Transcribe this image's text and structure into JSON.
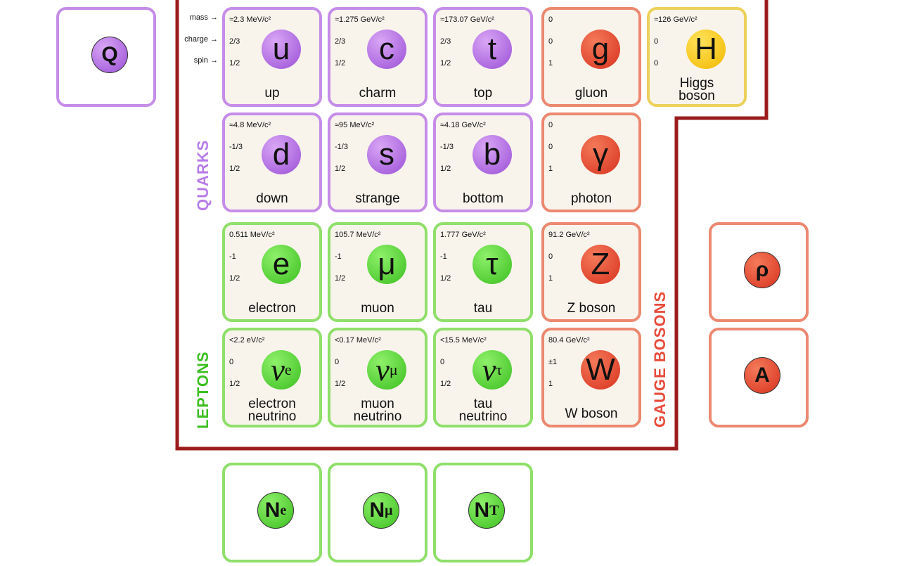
{
  "row_labels": {
    "mass": "mass →",
    "charge": "charge →",
    "spin": "spin →"
  },
  "groups": {
    "quarks": "QUARKS",
    "leptons": "LEPTONS",
    "gauge_bosons": "GAUGE BOSONS"
  },
  "colors": {
    "quark": "#c58de8",
    "lepton": "#8fdf6a",
    "boson": "#ec8870",
    "higgs": "#ecd15a",
    "frame": "#9b1c1c"
  },
  "particles": [
    {
      "sym": "u",
      "name": "up",
      "mass": "≈2.3 MeV/c²",
      "charge": "2/3",
      "spin": "1/2",
      "type": "q"
    },
    {
      "sym": "c",
      "name": "charm",
      "mass": "≈1.275 GeV/c²",
      "charge": "2/3",
      "spin": "1/2",
      "type": "q"
    },
    {
      "sym": "t",
      "name": "top",
      "mass": "≈173.07 GeV/c²",
      "charge": "2/3",
      "spin": "1/2",
      "type": "q"
    },
    {
      "sym": "g",
      "name": "gluon",
      "mass": "0",
      "charge": "0",
      "spin": "1",
      "type": "g"
    },
    {
      "sym": "H",
      "name": "Higgs boson",
      "mass": "≈126 GeV/c²",
      "charge": "0",
      "spin": "0",
      "type": "h"
    },
    {
      "sym": "d",
      "name": "down",
      "mass": "≈4.8 MeV/c²",
      "charge": "-1/3",
      "spin": "1/2",
      "type": "q"
    },
    {
      "sym": "s",
      "name": "strange",
      "mass": "≈95 MeV/c²",
      "charge": "-1/3",
      "spin": "1/2",
      "type": "q"
    },
    {
      "sym": "b",
      "name": "bottom",
      "mass": "≈4.18 GeV/c²",
      "charge": "-1/3",
      "spin": "1/2",
      "type": "q"
    },
    {
      "sym": "γ",
      "name": "photon",
      "mass": "0",
      "charge": "0",
      "spin": "1",
      "type": "g"
    },
    {
      "sym": "e",
      "name": "electron",
      "mass": "0.511 MeV/c²",
      "charge": "-1",
      "spin": "1/2",
      "type": "l"
    },
    {
      "sym": "μ",
      "name": "muon",
      "mass": "105.7 MeV/c²",
      "charge": "-1",
      "spin": "1/2",
      "type": "l"
    },
    {
      "sym": "τ",
      "name": "tau",
      "mass": "1.777 GeV/c²",
      "charge": "-1",
      "spin": "1/2",
      "type": "l"
    },
    {
      "sym": "Z",
      "name": "Z boson",
      "mass": "91.2 GeV/c²",
      "charge": "0",
      "spin": "1",
      "type": "g"
    },
    {
      "sym": "ν",
      "sub": "e",
      "name": "electron neutrino",
      "mass": "<2.2 eV/c²",
      "charge": "0",
      "spin": "1/2",
      "type": "l"
    },
    {
      "sym": "ν",
      "sub": "μ",
      "name": "muon neutrino",
      "mass": "<0.17 MeV/c²",
      "charge": "0",
      "spin": "1/2",
      "type": "l"
    },
    {
      "sym": "ν",
      "sub": "τ",
      "name": "tau neutrino",
      "mass": "<15.5 MeV/c²",
      "charge": "0",
      "spin": "1/2",
      "type": "l"
    },
    {
      "sym": "W",
      "name": "W boson",
      "mass": "80.4 GeV/c²",
      "charge": "±1",
      "spin": "1",
      "type": "g"
    }
  ],
  "extras": [
    {
      "sym": "Q",
      "type": "q"
    },
    {
      "sym": "ρ",
      "type": "g"
    },
    {
      "sym": "A",
      "type": "g"
    },
    {
      "sym": "N",
      "sub": "e",
      "type": "l"
    },
    {
      "sym": "N",
      "sub": "μ",
      "type": "l"
    },
    {
      "sym": "N",
      "sub": "T",
      "type": "l"
    }
  ]
}
